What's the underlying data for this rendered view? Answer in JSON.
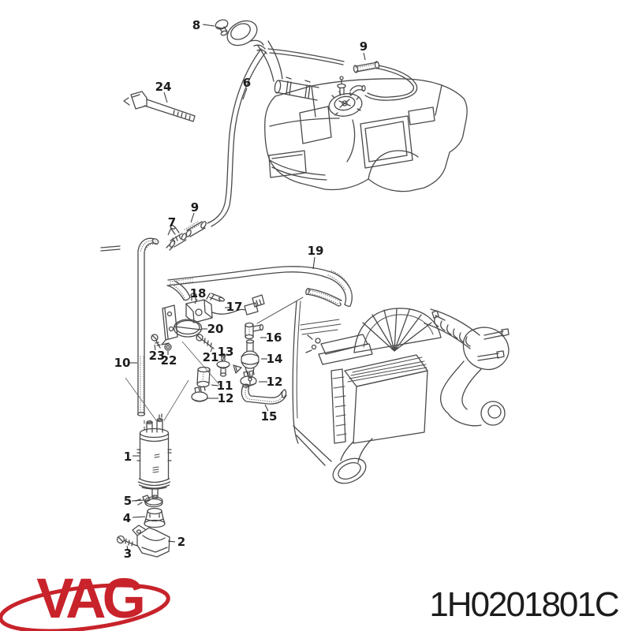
{
  "image_type": "exploded-parts-diagram",
  "brand": {
    "logo_text": "VAG",
    "logo_color": "#c8232b"
  },
  "part_number": "1H0201801C",
  "diagram": {
    "description": "Fuel tank ventilation system with activated carbon canister, vent hoses, solenoid valve, fuel tank and air cleaner",
    "line_color": "#4a4a4a",
    "callouts": {
      "c1": {
        "label": "1"
      },
      "c2": {
        "label": "2"
      },
      "c3": {
        "label": "3"
      },
      "c4": {
        "label": "4"
      },
      "c5": {
        "label": "5"
      },
      "c6": {
        "label": "6"
      },
      "c7": {
        "label": "7"
      },
      "c8": {
        "label": "8"
      },
      "c9a": {
        "label": "9"
      },
      "c9b": {
        "label": "9"
      },
      "c10": {
        "label": "10"
      },
      "c11": {
        "label": "11"
      },
      "c12a": {
        "label": "12"
      },
      "c12b": {
        "label": "12"
      },
      "c13": {
        "label": "13"
      },
      "c14": {
        "label": "14"
      },
      "c15": {
        "label": "15"
      },
      "c16": {
        "label": "16"
      },
      "c17": {
        "label": "17"
      },
      "c18": {
        "label": "18"
      },
      "c19": {
        "label": "19"
      },
      "c20": {
        "label": "20"
      },
      "c21": {
        "label": "21"
      },
      "c22": {
        "label": "22"
      },
      "c23": {
        "label": "23"
      },
      "c24": {
        "label": "24"
      }
    }
  }
}
